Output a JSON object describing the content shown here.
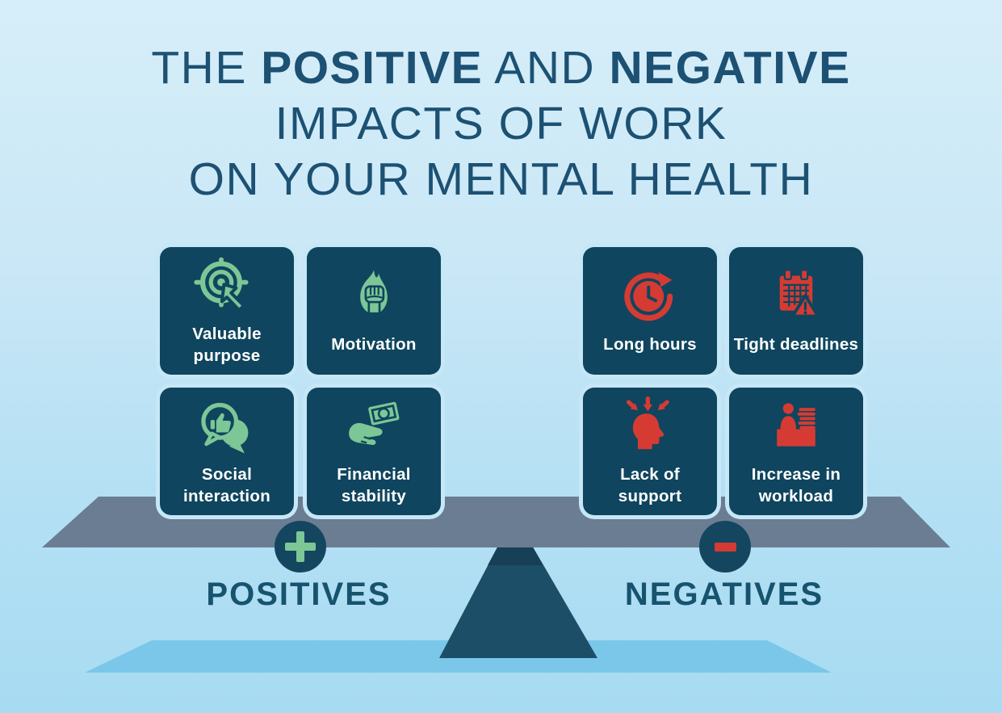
{
  "title": {
    "pre": "THE ",
    "bold1": "POSITIVE",
    "mid": " AND ",
    "bold2": "NEGATIVE",
    "line2": "IMPACTS OF WORK",
    "line3": "ON YOUR MENTAL HEALTH"
  },
  "positives": {
    "label": "POSITIVES",
    "sign": "+",
    "items": [
      {
        "label": "Valuable purpose",
        "icon": "target-cursor-icon"
      },
      {
        "label": "Motivation",
        "icon": "fist-flame-icon"
      },
      {
        "label": "Social interaction",
        "icon": "chat-thumbs-up-icon"
      },
      {
        "label": "Financial stability",
        "icon": "hand-money-icon"
      }
    ]
  },
  "negatives": {
    "label": "NEGATIVES",
    "sign": "-",
    "items": [
      {
        "label": "Long hours",
        "icon": "clock-overtime-icon"
      },
      {
        "label": "Tight deadlines",
        "icon": "calendar-warning-icon"
      },
      {
        "label": "Lack of support",
        "icon": "head-pressure-arrows-icon"
      },
      {
        "label": "Increase in workload",
        "icon": "desk-paper-stack-icon"
      }
    ]
  },
  "colors": {
    "bg-top": "#d6eef9",
    "bg-bottom": "#a7dbf2",
    "title-text": "#1c5173",
    "card-bg": "#0f455e",
    "card-text": "#ffffff",
    "green": "#7cc795",
    "red": "#d53b33",
    "beam": "#6b7d92",
    "badge-bg": "#14465f",
    "fulcrum": "#1d4e68",
    "fulcrum-shadow": "#173f55",
    "ground": "#7ac7ea",
    "section-label": "#17536e",
    "halo": "#c6e7f6"
  }
}
